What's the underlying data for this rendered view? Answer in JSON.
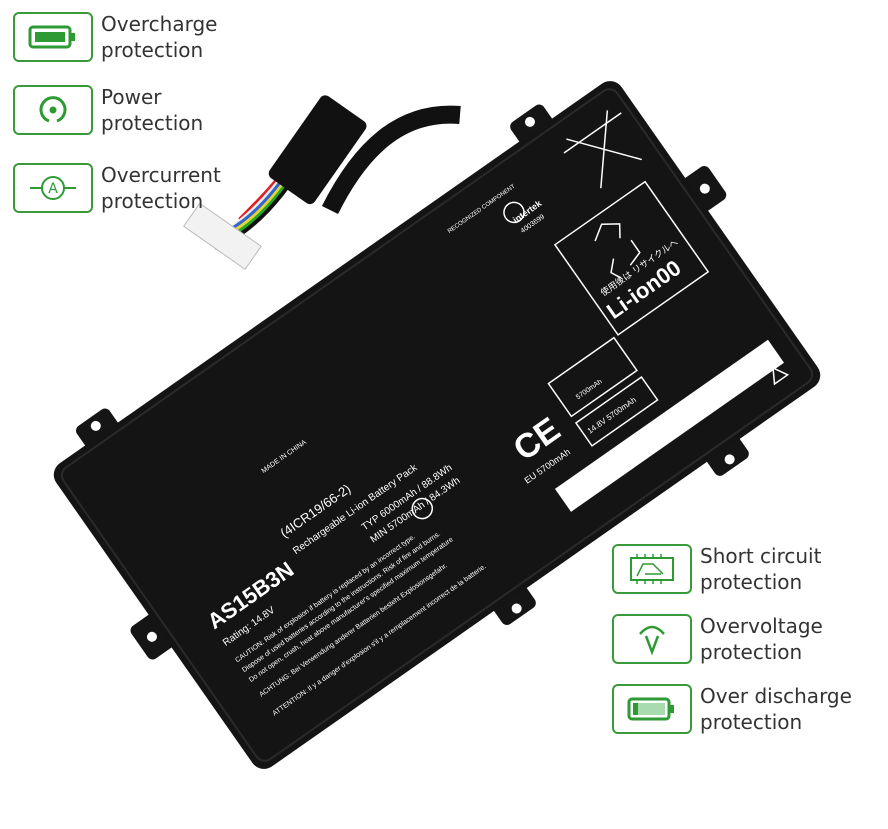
{
  "colors": {
    "accent": "#2e9a34",
    "battery": "#141414",
    "text": "#333333"
  },
  "features_left": [
    {
      "icon": "battery-full-icon",
      "line1": "Overcharge",
      "line2": "protection"
    },
    {
      "icon": "power-icon",
      "line1": "Power",
      "line2": "protection"
    },
    {
      "icon": "ammeter-icon",
      "line1": "Overcurrent",
      "line2": "protection"
    }
  ],
  "features_right": [
    {
      "icon": "circuit-board-icon",
      "line1": "Short circuit",
      "line2": "protection"
    },
    {
      "icon": "voltage-icon",
      "line1": "Overvoltage",
      "line2": "protection"
    },
    {
      "icon": "battery-low-icon",
      "line1": "Over discharge",
      "line2": "protection"
    }
  ],
  "battery": {
    "model": "AS15B3N",
    "cell_code": "(4ICR19/66-2)",
    "type": "Rechargeable Li-ion Battery Pack",
    "rating": "Rating: 14.8V",
    "typ": "TYP 6000mAh / 88.8Wh",
    "min": "MIN 5700mAh / 84.3Wh",
    "caution": "CAUTION: Risk of explosion if battery is replaced by an incorrect type.",
    "caution2": "Dispose of used batteries according to the instructions. Risk of fire and burns.",
    "caution3": "Do not open, crush, heat above manufacturer's specified maximum temperature",
    "achtung": "ACHTUNG: Bei Verwendung anderer Batterien besteht Explosionsgefahr.",
    "attention": "ATTENTION: Il y a danger d'explosion s'il y a remplacement incorrect de la batterie.",
    "made_in": "MADE IN CHINA",
    "recycle_jp": "使用後は リサイクルへ",
    "li_ion": "Li-ion00",
    "ce": "CE",
    "eu": "EU 5700mAh",
    "pse": "14.8V 5700mAh",
    "intertek": "intertek",
    "intertek_no": "4003699",
    "recognized": "RECOGNIZED COMPONENT",
    "kc_rating": "5700mAh"
  }
}
